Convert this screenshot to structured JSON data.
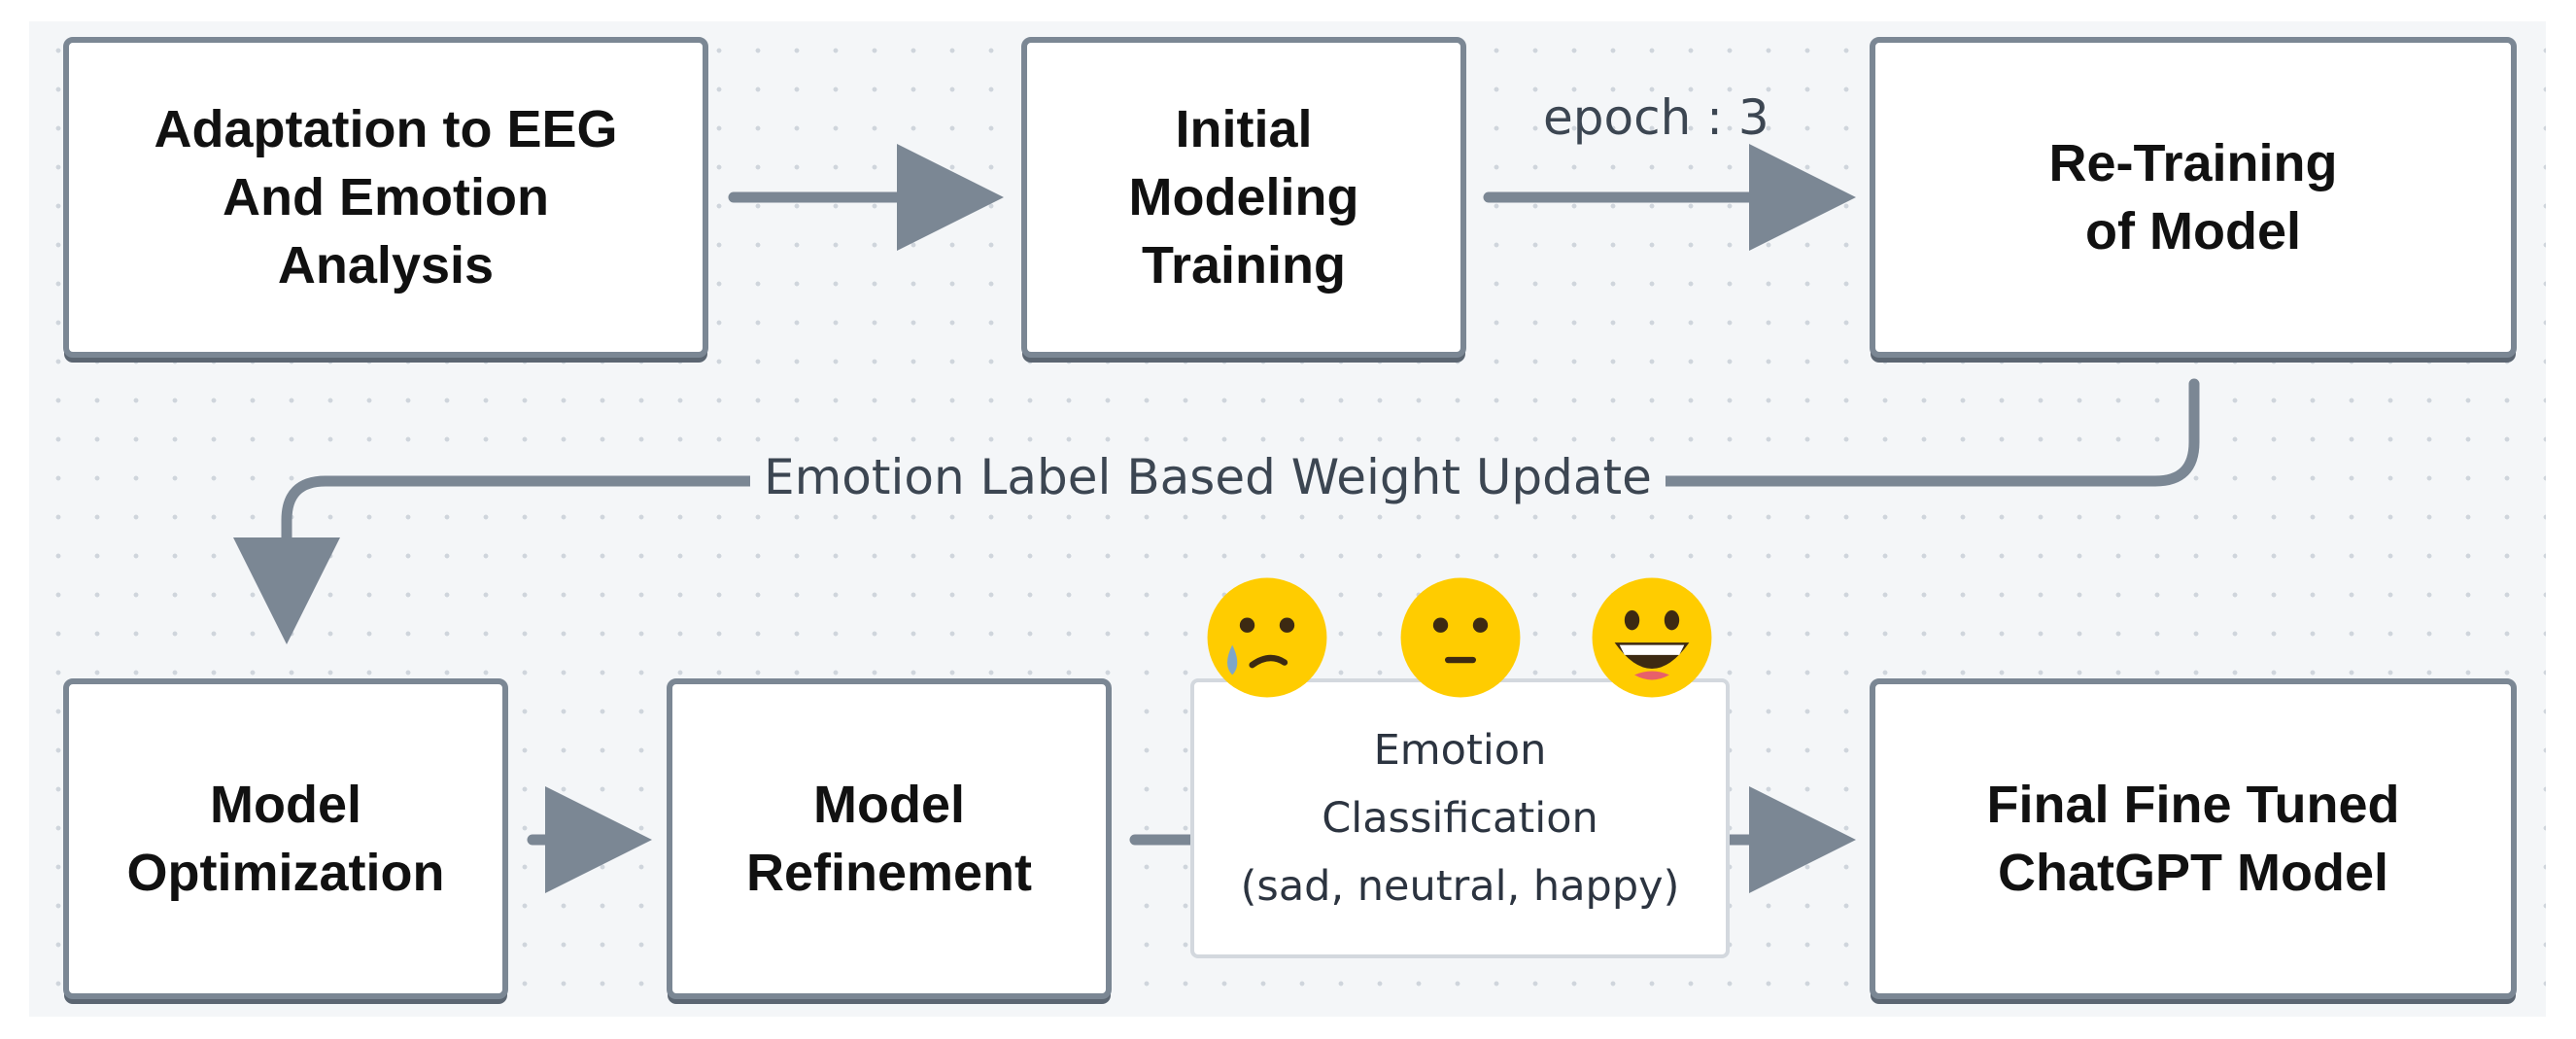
{
  "nodes": {
    "adaptation": "Adaptation to EEG\nAnd Emotion\nAnalysis",
    "initial_training": "Initial\nModeling\nTraining",
    "retraining": "Re-Training\nof Model",
    "optimization": "Model\nOptimization",
    "refinement": "Model\nRefinement",
    "classification": "Emotion\nClassification\n(sad, neutral, happy)",
    "final_model": "Final Fine Tuned\nChatGPT Model"
  },
  "edges": {
    "epoch_label": "epoch : 3",
    "weight_update_label": "Emotion Label Based Weight Update"
  },
  "emojis": [
    "crying-face",
    "neutral-face",
    "grinning-face"
  ],
  "colors": {
    "connector": "#7b8794",
    "emoji_face": "#ffcc00",
    "emoji_feature": "#3d2a12"
  }
}
